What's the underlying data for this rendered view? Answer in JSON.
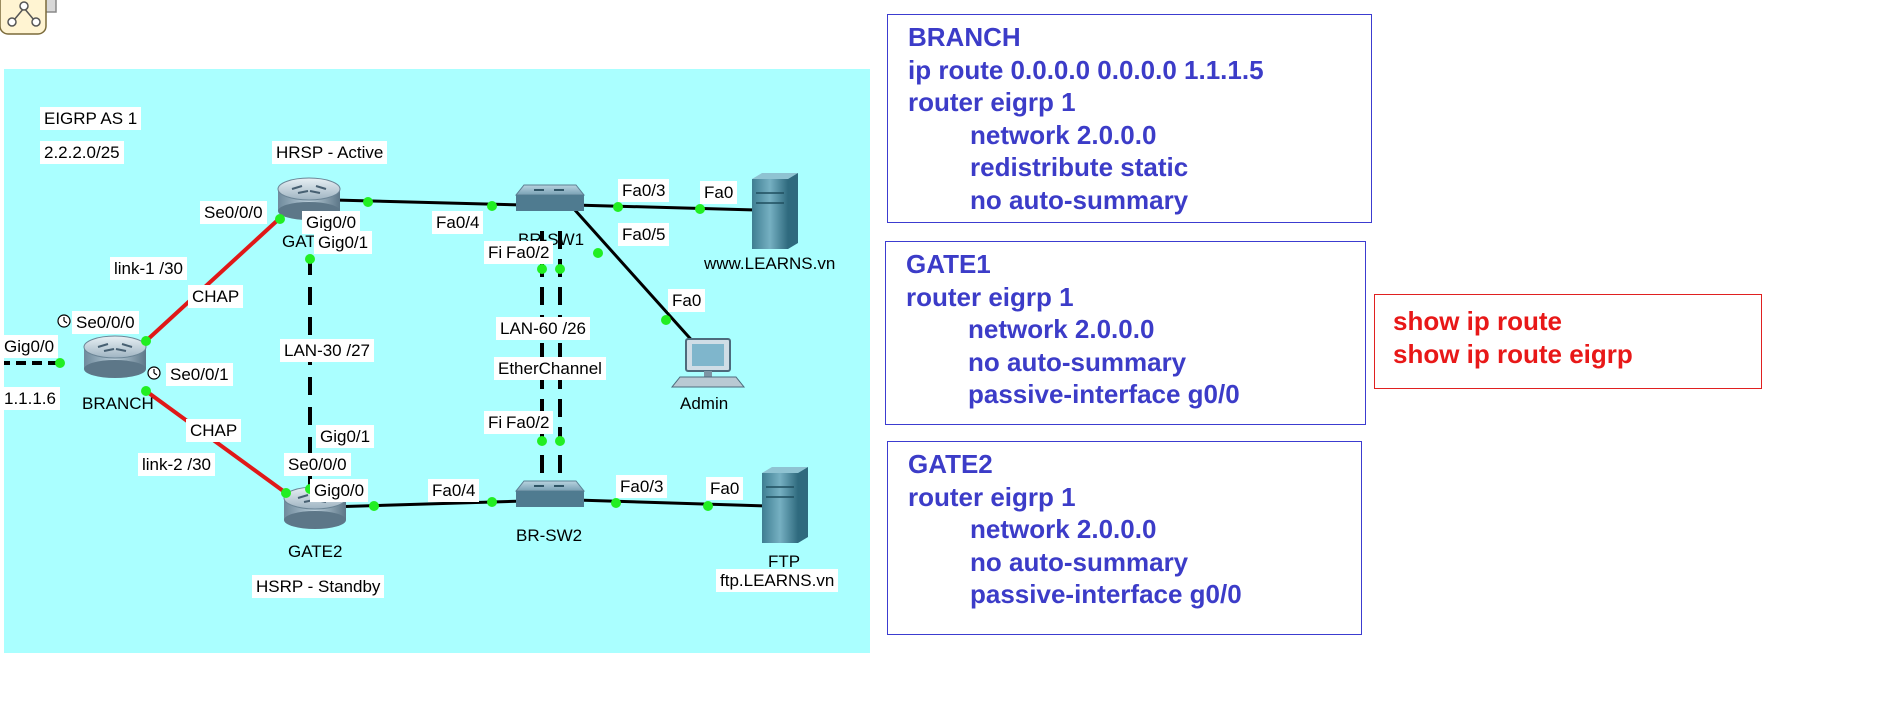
{
  "topology": {
    "area_labels": {
      "eigrp_as": "EIGRP AS 1",
      "network": "2.2.2.0/25",
      "hsrp_active": "HRSP - Active",
      "hsrp_standby": "HSRP - Standby"
    },
    "devices": {
      "branch": "BRANCH",
      "gate1_partial": "GAT",
      "gate2": "GATE2",
      "br_sw1_partial": "BR-SW1",
      "br_sw2": "BR-SW2",
      "www": "www.LEARNS.vn",
      "admin": "Admin",
      "ftp": "FTP",
      "ftp_host": "ftp.LEARNS.vn"
    },
    "links": {
      "link1": "link-1 /30",
      "link2": "link-2 /30",
      "chap": "CHAP",
      "lan30": "LAN-30 /27",
      "lan60": "LAN-60 /26",
      "etherchannel": "EtherChannel",
      "isp_ip": "1.1.1.6"
    },
    "interfaces": {
      "gig00": "Gig0/0",
      "gig01": "Gig0/1",
      "se000": "Se0/0/0",
      "se001": "Se0/0/1",
      "fa04": "Fa0/4",
      "fa03": "Fa0/3",
      "fa05": "Fa0/5",
      "fa02": "Fa0/2",
      "fa0": "Fa0",
      "fi": "Fi"
    }
  },
  "configs": {
    "branch": {
      "title": "BRANCH",
      "lines": [
        "ip route 0.0.0.0 0.0.0.0 1.1.1.5",
        "router eigrp 1",
        "network 2.0.0.0",
        "redistribute static",
        "no auto-summary"
      ]
    },
    "gate1": {
      "title": "GATE1",
      "lines": [
        "router eigrp 1",
        "network 2.0.0.0",
        "no auto-summary",
        "passive-interface g0/0"
      ]
    },
    "gate2": {
      "title": "GATE2",
      "lines": [
        "router eigrp 1",
        "network 2.0.0.0",
        "no auto-summary",
        "passive-interface g0/0"
      ]
    }
  },
  "show_commands": [
    "show ip route",
    "show ip route eigrp"
  ],
  "colors": {
    "canvas": "#aaffff",
    "config_text": "#3c3cc8",
    "show_text": "#e81818",
    "serial_link": "#e01818",
    "port_up": "#22ee22"
  }
}
